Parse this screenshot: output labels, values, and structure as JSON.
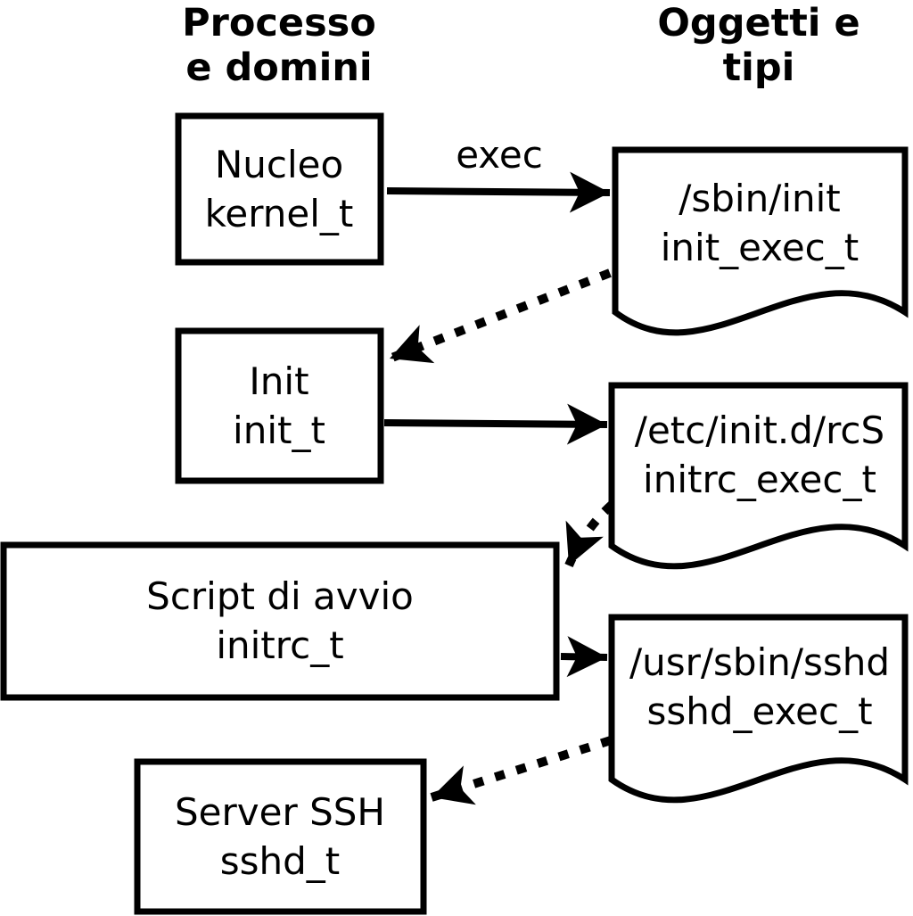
{
  "diagram": {
    "column_headers": {
      "left": {
        "line1": "Processo",
        "line2": "e domini"
      },
      "right": {
        "line1": "Oggetti e",
        "line2": "tipi"
      }
    },
    "processes": [
      {
        "line1": "Nucleo",
        "line2": "kernel_t"
      },
      {
        "line1": "Init",
        "line2": "init_t"
      },
      {
        "line1": "Script di avvio",
        "line2": "initrc_t"
      },
      {
        "line1": "Server SSH",
        "line2": "sshd_t"
      }
    ],
    "objects": [
      {
        "line1": "/sbin/init",
        "line2": "init_exec_t"
      },
      {
        "line1": "/etc/init.d/rcS",
        "line2": "initrc_exec_t"
      },
      {
        "line1": "/usr/sbin/sshd",
        "line2": "sshd_exec_t"
      }
    ],
    "arrow_labels": {
      "exec": "exec"
    },
    "colors": {
      "stroke": "#000000",
      "shape_fill": "#ffffff",
      "background": "#ffffff"
    }
  }
}
